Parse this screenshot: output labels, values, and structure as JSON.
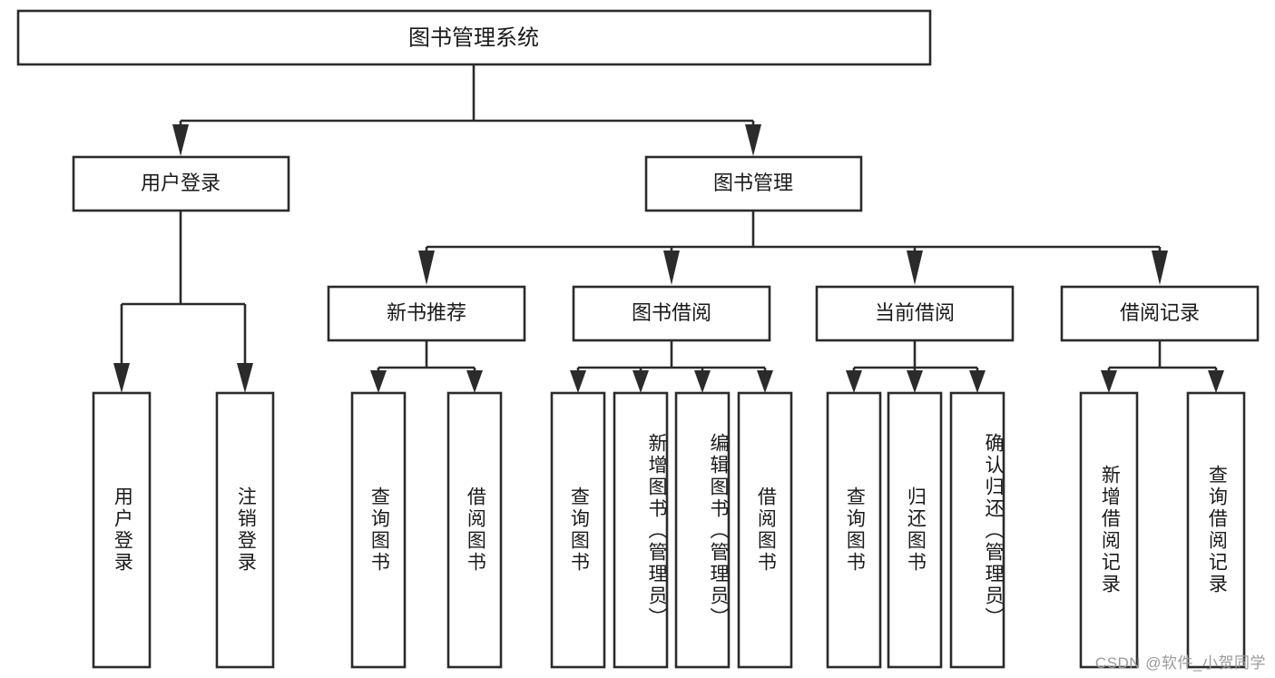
{
  "diagram": {
    "title_node": {
      "label": "图书管理系统"
    },
    "level2": [
      {
        "id": "user-login",
        "label": "用户登录"
      },
      {
        "id": "book-management",
        "label": "图书管理"
      }
    ],
    "level3": [
      {
        "id": "new-book-recommend",
        "label": "新书推荐"
      },
      {
        "id": "book-borrow",
        "label": "图书借阅"
      },
      {
        "id": "current-borrow",
        "label": "当前借阅"
      },
      {
        "id": "borrow-record",
        "label": "借阅记录"
      }
    ],
    "leaves": [
      {
        "id": "leaf-user-login",
        "label": "用户登录"
      },
      {
        "id": "leaf-logout-login",
        "label": "注销登录"
      },
      {
        "id": "leaf-query-book-1",
        "label": "查询图书"
      },
      {
        "id": "leaf-borrow-book-1",
        "label": "借阅图书"
      },
      {
        "id": "leaf-query-book-2",
        "label": "查询图书"
      },
      {
        "id": "leaf-add-book-admin",
        "label": "新增图书（管理员）"
      },
      {
        "id": "leaf-edit-book-admin",
        "label": "编辑图书（管理员）"
      },
      {
        "id": "leaf-borrow-book-2",
        "label": "借阅图书"
      },
      {
        "id": "leaf-query-book-3",
        "label": "查询图书"
      },
      {
        "id": "leaf-return-book",
        "label": "归还图书"
      },
      {
        "id": "leaf-confirm-return-admin",
        "label": "确认归还（管理员）"
      },
      {
        "id": "leaf-add-borrow-record",
        "label": "新增借阅记录"
      },
      {
        "id": "leaf-query-borrow-record",
        "label": "查询借阅记录"
      }
    ]
  },
  "watermark": {
    "text": "CSDN @软件_小贺同学"
  },
  "colors": {
    "stroke": "#2b2b2b",
    "box_fill": "#ffffff",
    "text": "#1a1a1a",
    "watermark": "#9a9a9a",
    "background": "#ffffff"
  }
}
